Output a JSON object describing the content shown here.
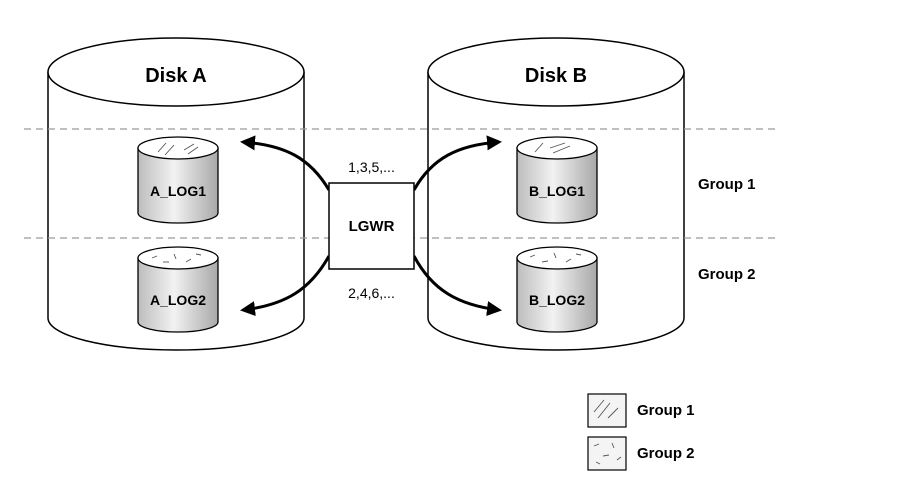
{
  "disks": [
    {
      "title": "Disk A",
      "logs": [
        "A_LOG1",
        "A_LOG2"
      ]
    },
    {
      "title": "Disk B",
      "logs": [
        "B_LOG1",
        "B_LOG2"
      ]
    }
  ],
  "process": {
    "label": "LGWR",
    "seq_top": "1,3,5,...",
    "seq_bottom": "2,4,6,..."
  },
  "groups": [
    "Group 1",
    "Group 2"
  ],
  "legend": [
    {
      "label": "Group 1",
      "pattern": "diagonal-hatch"
    },
    {
      "label": "Group 2",
      "pattern": "dashed-speckle"
    }
  ]
}
